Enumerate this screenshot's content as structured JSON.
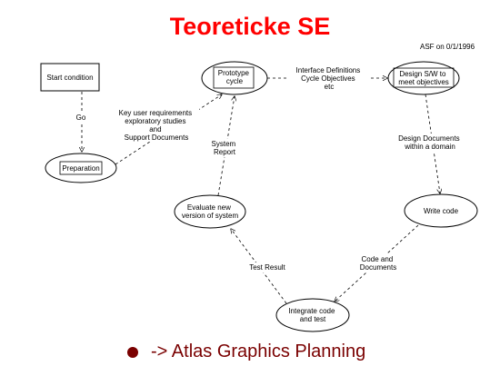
{
  "slide": {
    "title": "Teoreticke SE",
    "author_note": "ASF on 0/1/1996",
    "bullet": "-> Atlas Graphics Planning"
  },
  "diagram": {
    "nodes": {
      "start": [
        "Start condition"
      ],
      "preparation": [
        "Preparation"
      ],
      "prototype": [
        "Prototype",
        "cycle"
      ],
      "design": [
        "Design S/W to",
        "meet objectives"
      ],
      "write_code": [
        "Write code"
      ],
      "integrate": [
        "Integrate code",
        "and test"
      ],
      "evaluate": [
        "Evaluate new",
        "version of system"
      ]
    },
    "edge_labels": {
      "go": [
        "Go"
      ],
      "prep_to_proto": [
        "Key user requirements",
        "exploratory studies",
        "and",
        "Support Documents"
      ],
      "interface": [
        "Interface Definitions",
        "Cycle Objectives",
        "etc"
      ],
      "design_docs": [
        "Design Documents",
        "within a domain"
      ],
      "code_docs": [
        "Code and",
        "Documents"
      ],
      "test_result": [
        "Test Result"
      ],
      "system_report": [
        "System",
        "Report"
      ]
    },
    "colors": {
      "title": "#ff0000",
      "bullet": "#7a0000",
      "lines": "#000000"
    }
  }
}
